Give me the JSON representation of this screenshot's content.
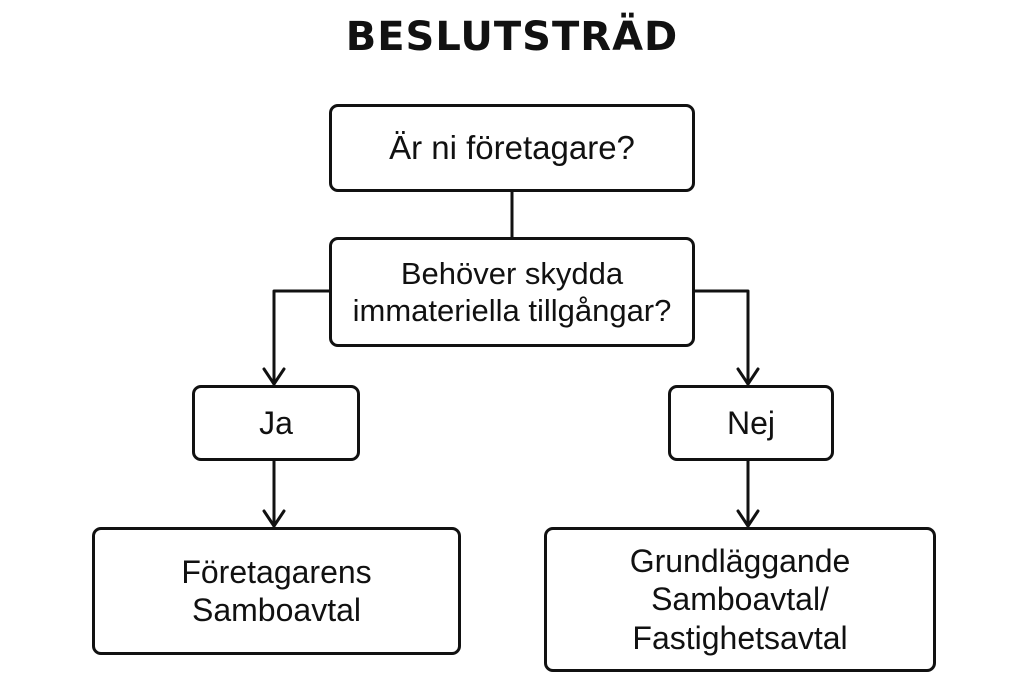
{
  "title": "BESLUTSTRÄD",
  "nodes": {
    "q1": "Är ni företagare?",
    "q2": "Behöver skydda immateriella tillgångar?",
    "ja": "Ja",
    "nej": "Nej",
    "r1": "Företagarens Samboavtal",
    "r2": "Grundläggande Samboavtal/ Fastighetsavtal"
  },
  "colors": {
    "stroke": "#111111",
    "background": "#ffffff"
  }
}
